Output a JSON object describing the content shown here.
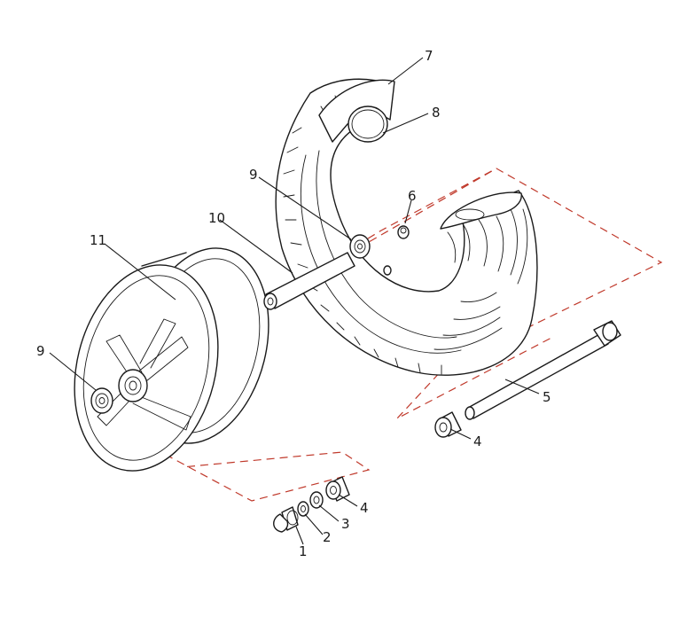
{
  "callouts": {
    "c1": "1",
    "c2": "2",
    "c3": "3",
    "c4_lower": "4",
    "c4_right": "4",
    "c5": "5",
    "c6": "6",
    "c7": "7",
    "c8": "8",
    "c9_upper": "9",
    "c9_left": "9",
    "c10": "10",
    "c11": "11"
  },
  "colors": {
    "line": "#1a1a1a",
    "dashed_guide": "#c0392b",
    "background": "#ffffff"
  }
}
